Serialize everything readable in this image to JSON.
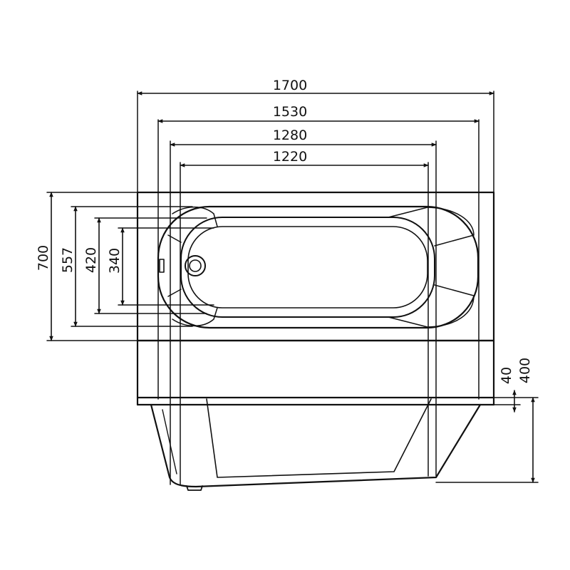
{
  "dimensions": {
    "width_overall": "1700",
    "width_inner": "1530",
    "width_basin_top": "1280",
    "width_basin_bottom": "1220",
    "depth_overall": "700",
    "depth_inner": "557",
    "depth_basin_top": "420",
    "depth_basin_bottom": "340",
    "rim_height": "40",
    "total_height": "400"
  }
}
